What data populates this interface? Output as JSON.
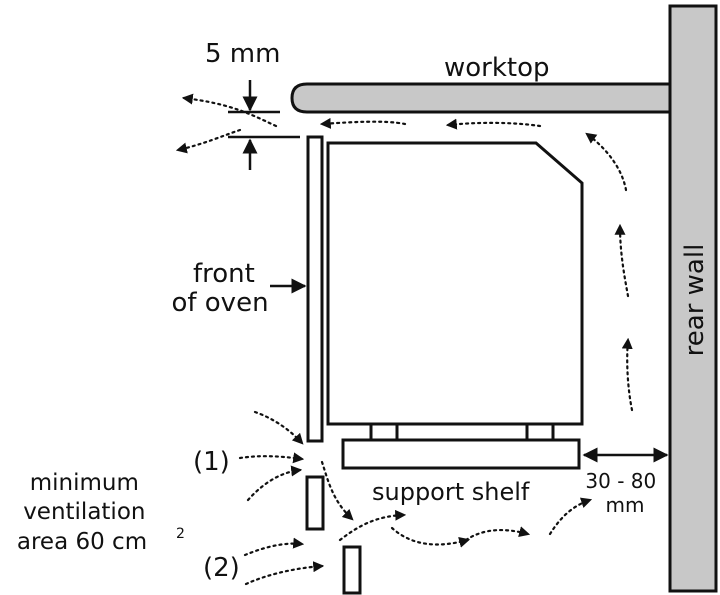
{
  "labels": {
    "gap": "5 mm",
    "worktop": "worktop",
    "front_line1": "front",
    "front_line2": "of oven",
    "rear_wall": "rear wall",
    "marker1": "(1)",
    "marker2": "(2)",
    "support_shelf": "support shelf",
    "clearance_line1": "30 - 80",
    "clearance_line2": "mm",
    "ventilation_line1": "minimum",
    "ventilation_line2": "ventilation",
    "ventilation_line3": "area 60 cm",
    "ventilation_superscript": "2"
  }
}
